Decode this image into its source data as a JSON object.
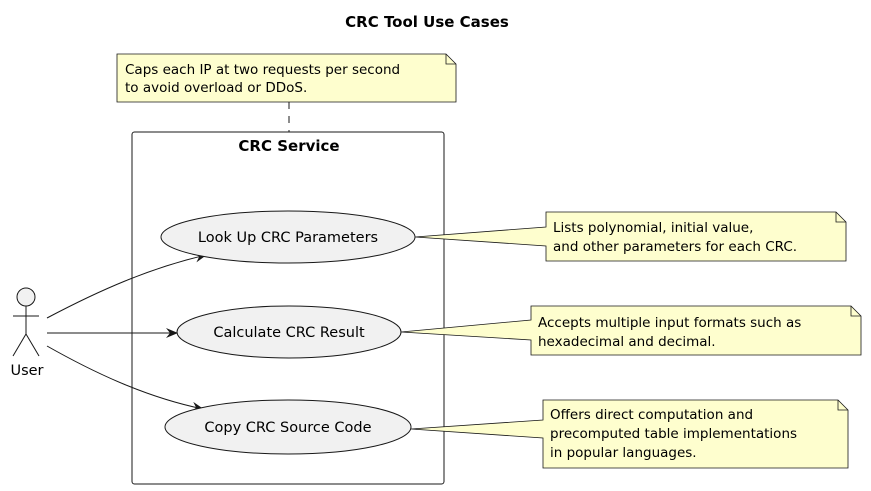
{
  "diagram": {
    "title": "CRC Tool Use Cases",
    "system_boundary": "CRC Service",
    "actor": {
      "label": "User"
    },
    "use_cases": [
      {
        "id": "lookup",
        "label": "Look Up CRC Parameters"
      },
      {
        "id": "calculate",
        "label": "Calculate CRC Result"
      },
      {
        "id": "copy",
        "label": "Copy CRC Source Code"
      }
    ],
    "notes": [
      {
        "id": "rate-limit",
        "attached_to": "CRC Service",
        "lines": [
          "Caps each IP at two requests per second",
          "to avoid overload or DDoS."
        ]
      },
      {
        "id": "lookup-note",
        "attached_to": "lookup",
        "lines": [
          "Lists polynomial, initial value,",
          "and other parameters for each CRC."
        ]
      },
      {
        "id": "calculate-note",
        "attached_to": "calculate",
        "lines": [
          "Accepts multiple input formats such as",
          "hexadecimal and decimal."
        ]
      },
      {
        "id": "copy-note",
        "attached_to": "copy",
        "lines": [
          "Offers direct computation and",
          "precomputed table implementations",
          "in popular languages."
        ]
      }
    ],
    "colors": {
      "use_case_fill": "#f1f1f1",
      "note_fill": "#fefece",
      "stroke": "#181818",
      "background": "#ffffff"
    }
  }
}
